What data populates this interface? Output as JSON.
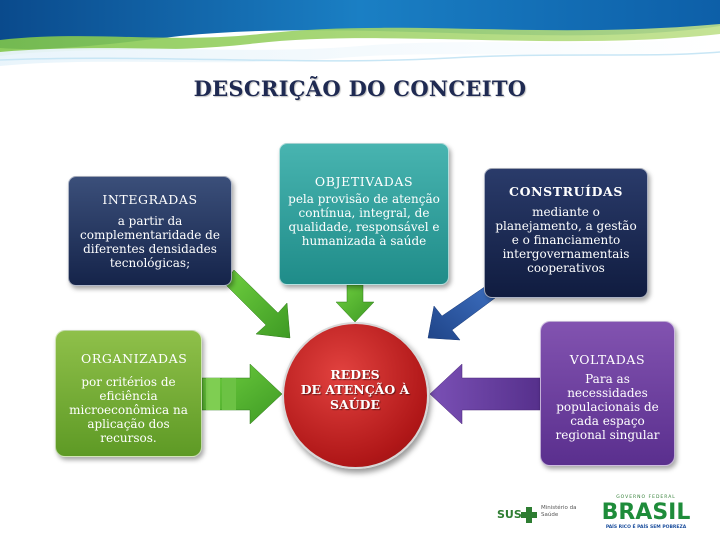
{
  "title": "DESCRIÇÃO DO CONCEITO",
  "boxes": {
    "integradas": {
      "head": "INTEGRADAS",
      "body": "a partir da complementaridade de diferentes densidades tecnológicas;"
    },
    "objetivadas": {
      "head": "OBJETIVADAS",
      "body": "pela provisão de atenção contínua, integral, de qualidade, responsável e humanizada à saúde"
    },
    "construidas": {
      "head": "CONSTRUÍDAS",
      "body": "mediante o planejamento, a gestão e o financiamento intergovernamentais cooperativos"
    },
    "organizadas": {
      "head": "ORGANIZADAS",
      "body": "por critérios de eficiência microeconômica na aplicação dos recursos."
    },
    "voltadas": {
      "head": "VOLTADAS",
      "body": "Para as necessidades populacionais de cada espaço regional singular"
    }
  },
  "center": {
    "line1": "REDES",
    "line2": "DE ATENÇÃO À",
    "line3": "SAÚDE"
  },
  "logos": {
    "sus": "SUS",
    "ministry_line1": "Ministério da",
    "ministry_line2": "Saúde",
    "gov": "GOVERNO FEDERAL",
    "brasil": "BRASIL",
    "slogan": "PAÍS RICO É PAÍS SEM POBREZA"
  },
  "colors": {
    "navy": "#1f2a52",
    "teal": "#2a9f9b",
    "green": "#76b03a",
    "purple": "#6e40a0",
    "red": "#c0201f",
    "arrow_green": "#5bb33b",
    "arrow_blue": "#2f5ca6",
    "arrow_purple": "#6a3fa0"
  }
}
